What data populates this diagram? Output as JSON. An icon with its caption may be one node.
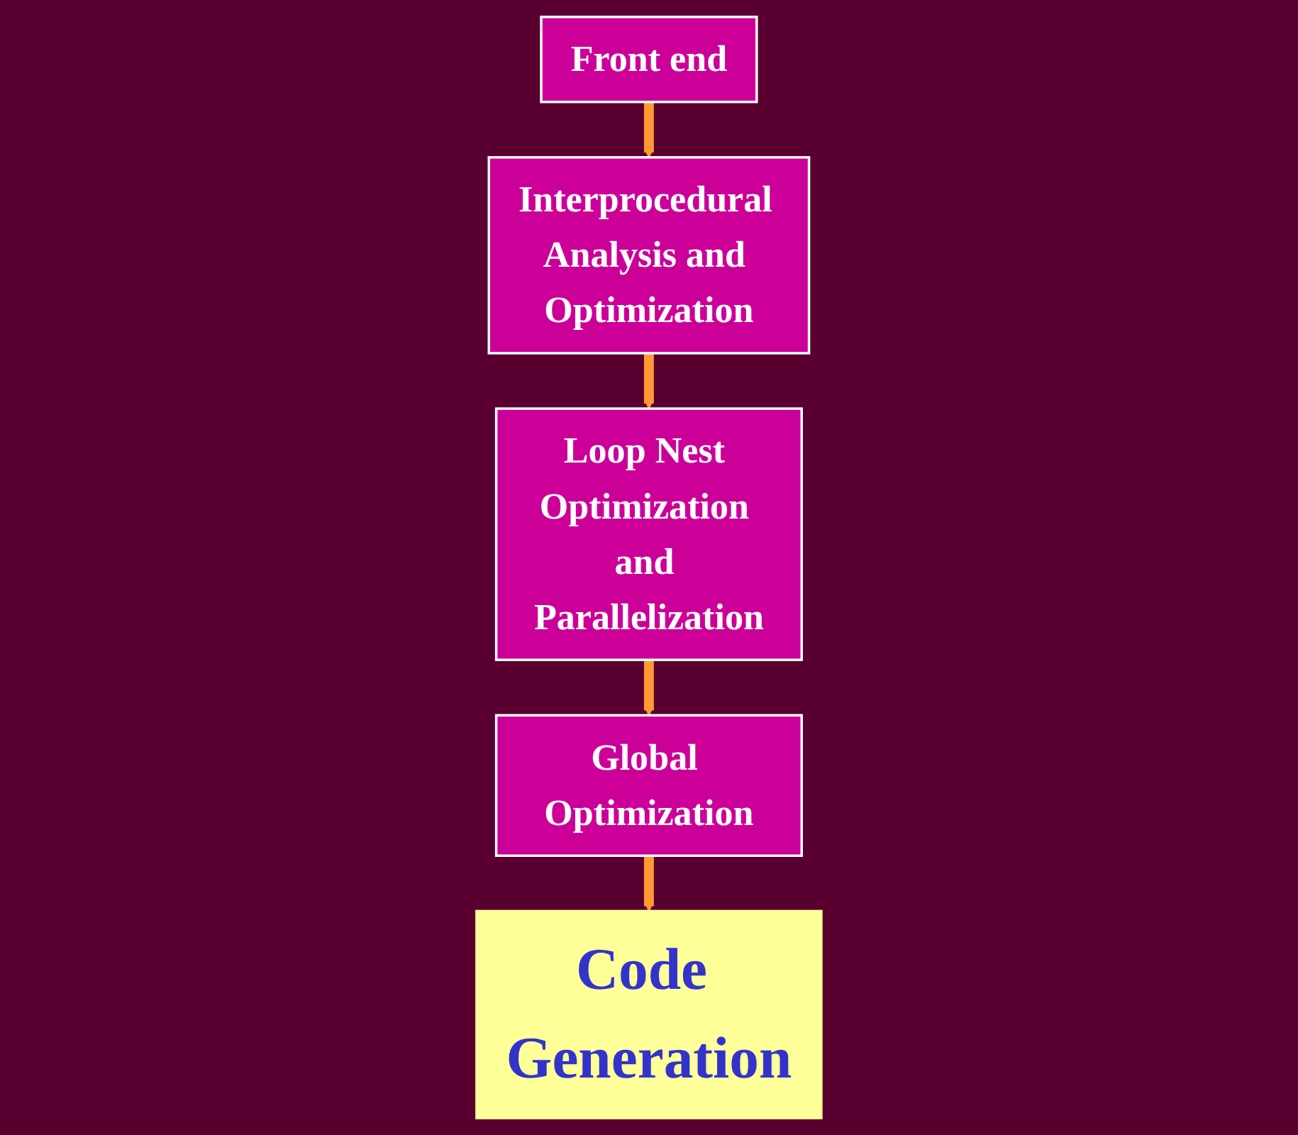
{
  "diagram": {
    "nodes": [
      {
        "text": [
          "Front end"
        ]
      },
      {
        "text": [
          "Interprocedural Analysis and Optimization"
        ]
      },
      {
        "text": [
          "Loop Nest Optimization and Parallelization"
        ]
      },
      {
        "text": [
          "Global Optimization"
        ]
      },
      {
        "text": [
          "Code Generation"
        ]
      }
    ],
    "edges": [
      {
        "from": 0,
        "to": 1,
        "arrow": "to"
      },
      {
        "from": 1,
        "to": 2,
        "arrow": "to"
      },
      {
        "from": 2,
        "to": 3,
        "arrow": "to"
      },
      {
        "from": 3,
        "to": 4,
        "arrow": "to"
      }
    ]
  }
}
